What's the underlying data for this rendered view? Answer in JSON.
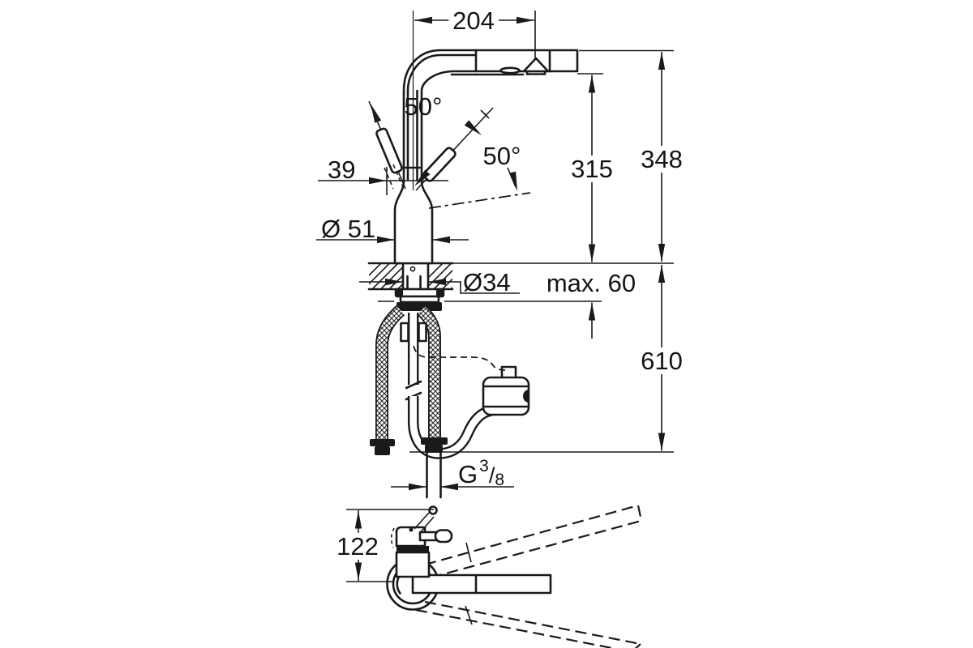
{
  "drawing": {
    "dims": {
      "spout_reach": "204",
      "handle_swing_upper": "50°",
      "handle_swing_lower": "50°",
      "handle_width": "39",
      "body_diameter": "Ø 51",
      "hole_diameter": "Ø34",
      "max_counter_thickness": "max. 60",
      "spout_underside_height": "315",
      "total_height": "348",
      "hose_drop": "610",
      "plan_depth": "122",
      "thread": {
        "g": "G",
        "num": "3",
        "slash": "/",
        "den": "8"
      }
    }
  }
}
